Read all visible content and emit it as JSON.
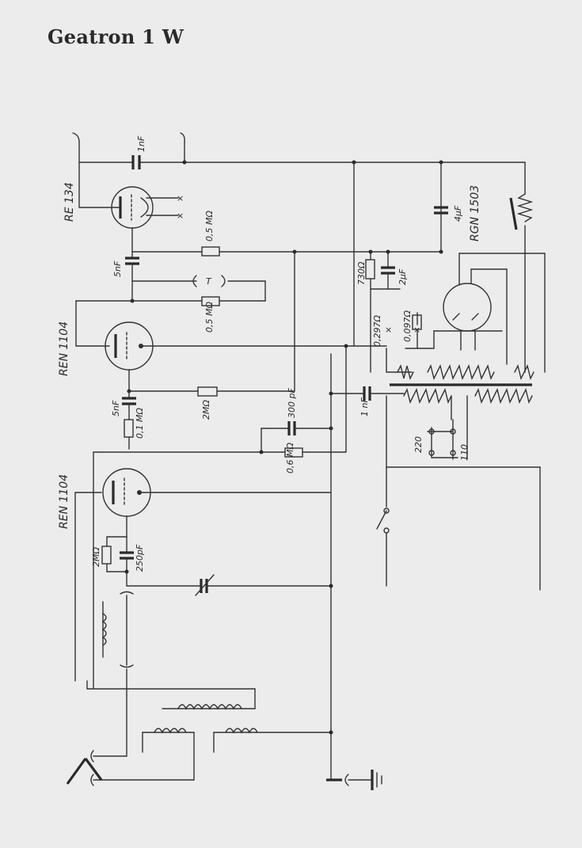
{
  "title": "Geatron 1 W",
  "tubes": {
    "t1": "RE 134",
    "t2": "REN 1104",
    "t3": "REN 1104",
    "rect": "RGN 1503"
  },
  "components": {
    "c_top": "1nF",
    "c_g1": "5nF",
    "r_g1": "0,5 MΩ",
    "r_g2": "0,5 MΩ",
    "c_g2": "5nF",
    "r_gl2": "0,1 MΩ",
    "r_2m": "2MΩ",
    "c_300": "300 pF",
    "r_06": "0,6 MΩ",
    "r_2m_b": "2MΩ",
    "c_250": "250pF",
    "r_730": "730Ω",
    "c_2u": "2μF",
    "r_0297": "0,297Ω",
    "r_0097": "0,097Ω",
    "c_4u": "4μF",
    "c_1n": "1 nF",
    "v_220": "220",
    "v_110": "110",
    "phones": "T"
  },
  "colors": {
    "paper": "#ececec",
    "ink": "#2a2a2a"
  }
}
